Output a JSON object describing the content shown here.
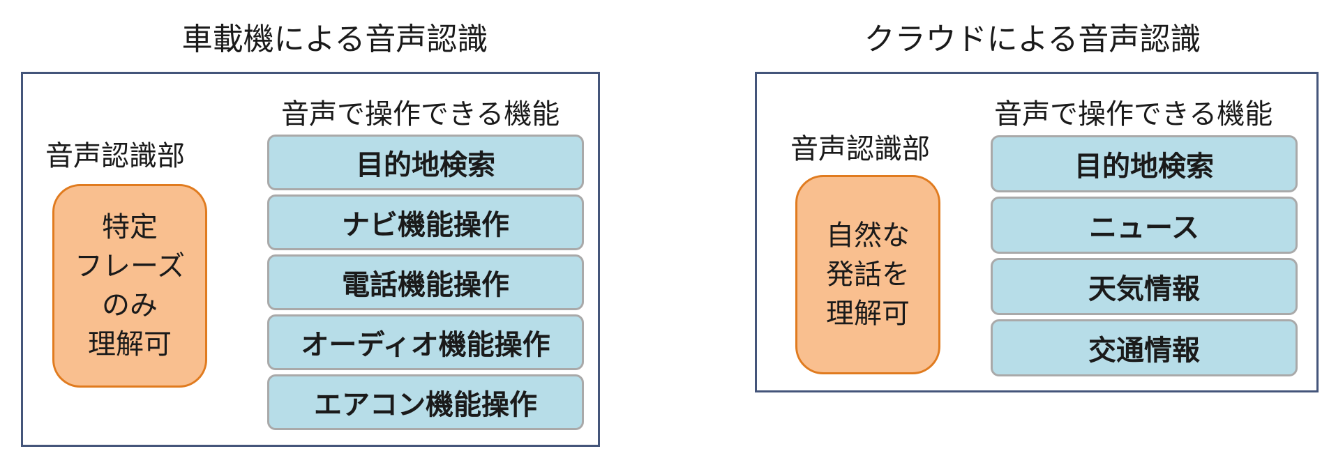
{
  "left": {
    "title": "車載機による音声認識",
    "recognizer_label": "音声認識部",
    "functions_label": "音声で操作できる機能",
    "recognizer_lines": [
      "特定",
      "フレーズ",
      "のみ",
      "理解可"
    ],
    "functions": [
      "目的地検索",
      "ナビ機能操作",
      "電話機能操作",
      "オーディオ機能操作",
      "エアコン機能操作"
    ]
  },
  "right": {
    "title": "クラウドによる音声認識",
    "recognizer_label": "音声認識部",
    "functions_label": "音声で操作できる機能",
    "recognizer_lines": [
      "自然な",
      "発話を",
      "理解可"
    ],
    "functions": [
      "目的地検索",
      "ニュース",
      "天気情報",
      "交通情報"
    ]
  },
  "colors": {
    "frame_border": "#44557a",
    "recognizer_fill": "#f9bf8f",
    "recognizer_border": "#e07b1f",
    "function_fill": "#b7dde8",
    "function_border": "#a9a9a9"
  }
}
